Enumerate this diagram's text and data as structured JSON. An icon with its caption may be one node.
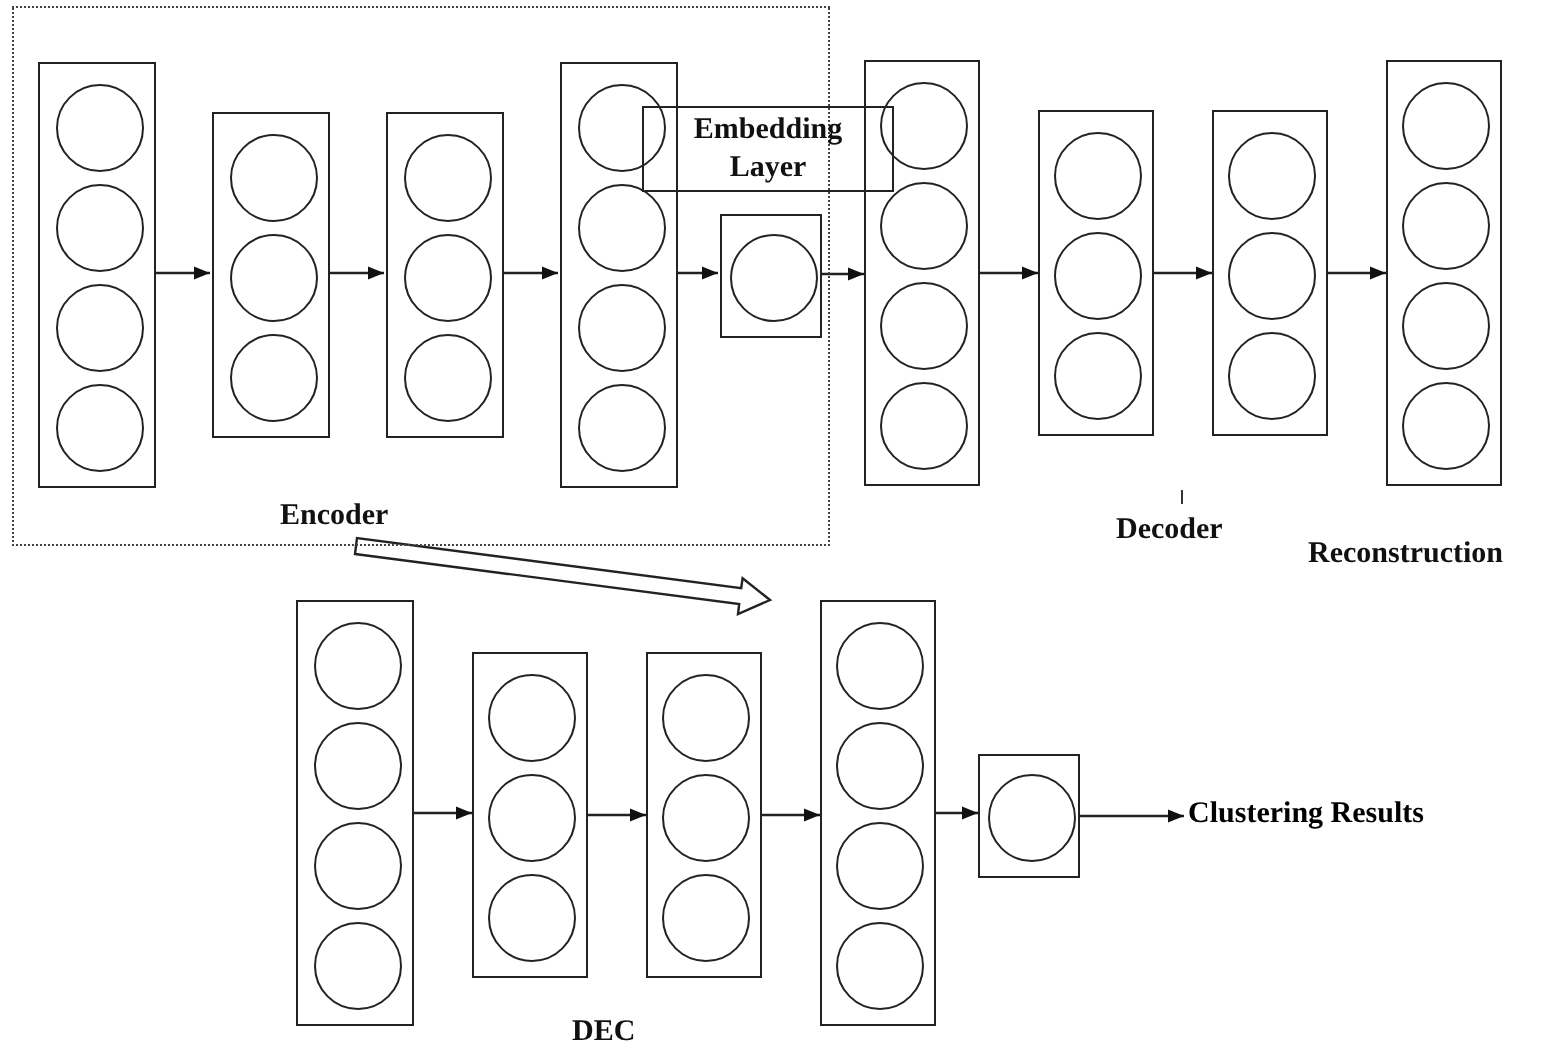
{
  "diagram": {
    "nodes": [
      {
        "text": [
          "Encoder"
        ]
      },
      {
        "text": [],
        "shape": "box",
        "in": 0
      },
      {
        "text": [],
        "shape": "circle",
        "in": 1
      },
      {
        "text": [],
        "shape": "circle",
        "in": 1
      },
      {
        "text": [],
        "shape": "circle",
        "in": 1
      },
      {
        "text": [],
        "shape": "circle",
        "in": 1
      },
      {
        "text": [],
        "shape": "box",
        "in": 0
      },
      {
        "text": [],
        "shape": "circle",
        "in": 6
      },
      {
        "text": [],
        "shape": "circle",
        "in": 6
      },
      {
        "text": [],
        "shape": "circle",
        "in": 6
      },
      {
        "text": [],
        "shape": "box",
        "in": 0
      },
      {
        "text": [],
        "shape": "circle",
        "in": 10
      },
      {
        "text": [],
        "shape": "circle",
        "in": 10
      },
      {
        "text": [],
        "shape": "circle",
        "in": 10
      },
      {
        "text": [],
        "shape": "box",
        "in": 0
      },
      {
        "text": [],
        "shape": "circle",
        "in": 14
      },
      {
        "text": [],
        "shape": "circle",
        "in": 14
      },
      {
        "text": [],
        "shape": "circle",
        "in": 14
      },
      {
        "text": [],
        "shape": "circle",
        "in": 14
      },
      {
        "text": [
          "Embedding Layer"
        ]
      },
      {
        "text": [],
        "shape": "box",
        "in": 0
      },
      {
        "text": [],
        "shape": "circle",
        "in": 20
      },
      {
        "text": [],
        "shape": "box"
      },
      {
        "text": [],
        "shape": "circle",
        "in": 22
      },
      {
        "text": [],
        "shape": "circle",
        "in": 22
      },
      {
        "text": [],
        "shape": "circle",
        "in": 22
      },
      {
        "text": [],
        "shape": "circle",
        "in": 22
      },
      {
        "text": [],
        "shape": "box"
      },
      {
        "text": [],
        "shape": "circle",
        "in": 27
      },
      {
        "text": [],
        "shape": "circle",
        "in": 27
      },
      {
        "text": [],
        "shape": "circle",
        "in": 27
      },
      {
        "text": [],
        "shape": "box"
      },
      {
        "text": [],
        "shape": "circle",
        "in": 31
      },
      {
        "text": [],
        "shape": "circle",
        "in": 31
      },
      {
        "text": [],
        "shape": "circle",
        "in": 31
      },
      {
        "text": [],
        "shape": "box"
      },
      {
        "text": [],
        "shape": "circle",
        "in": 35
      },
      {
        "text": [],
        "shape": "circle",
        "in": 35
      },
      {
        "text": [],
        "shape": "circle",
        "in": 35
      },
      {
        "text": [],
        "shape": "circle",
        "in": 35
      },
      {
        "text": [],
        "shape": "box"
      },
      {
        "text": [],
        "shape": "circle",
        "in": 40
      },
      {
        "text": [],
        "shape": "circle",
        "in": 40
      },
      {
        "text": [],
        "shape": "circle",
        "in": 40
      },
      {
        "text": [],
        "shape": "circle",
        "in": 40
      },
      {
        "text": [],
        "shape": "box"
      },
      {
        "text": [],
        "shape": "circle",
        "in": 45
      },
      {
        "text": [],
        "shape": "circle",
        "in": 45
      },
      {
        "text": [],
        "shape": "circle",
        "in": 45
      },
      {
        "text": [],
        "shape": "box"
      },
      {
        "text": [],
        "shape": "circle",
        "in": 49
      },
      {
        "text": [],
        "shape": "circle",
        "in": 49
      },
      {
        "text": [],
        "shape": "circle",
        "in": 49
      },
      {
        "text": [],
        "shape": "box"
      },
      {
        "text": [],
        "shape": "circle",
        "in": 53
      },
      {
        "text": [],
        "shape": "circle",
        "in": 53
      },
      {
        "text": [],
        "shape": "circle",
        "in": 53
      },
      {
        "text": [],
        "shape": "circle",
        "in": 53
      },
      {
        "text": [],
        "shape": "box"
      },
      {
        "text": [],
        "shape": "circle",
        "in": 58
      },
      {
        "text": [
          "Clustering Results"
        ]
      }
    ],
    "edges": [
      {
        "from": 1,
        "to": 6,
        "arrow": "to"
      },
      {
        "from": 6,
        "to": 10,
        "arrow": "to"
      },
      {
        "from": 10,
        "to": 14,
        "arrow": "to"
      },
      {
        "from": 14,
        "to": 20,
        "arrow": "to"
      },
      {
        "from": 20,
        "to": 22,
        "arrow": "to"
      },
      {
        "from": 22,
        "to": 27,
        "arrow": "to"
      },
      {
        "from": 27,
        "to": 31,
        "arrow": "to"
      },
      {
        "from": 31,
        "to": 35,
        "arrow": "to"
      },
      {
        "from": 40,
        "to": 45,
        "arrow": "to"
      },
      {
        "from": 45,
        "to": 49,
        "arrow": "to"
      },
      {
        "from": 49,
        "to": 53,
        "arrow": "to"
      },
      {
        "from": 53,
        "to": 58,
        "arrow": "to"
      },
      {
        "from": 58,
        "to": 60,
        "arrow": "to"
      },
      {
        "from": 0,
        "to": null,
        "arrow": "to",
        "style": "thick"
      }
    ],
    "labels": [
      "Decoder",
      "Reconstruction",
      "DEC"
    ]
  }
}
